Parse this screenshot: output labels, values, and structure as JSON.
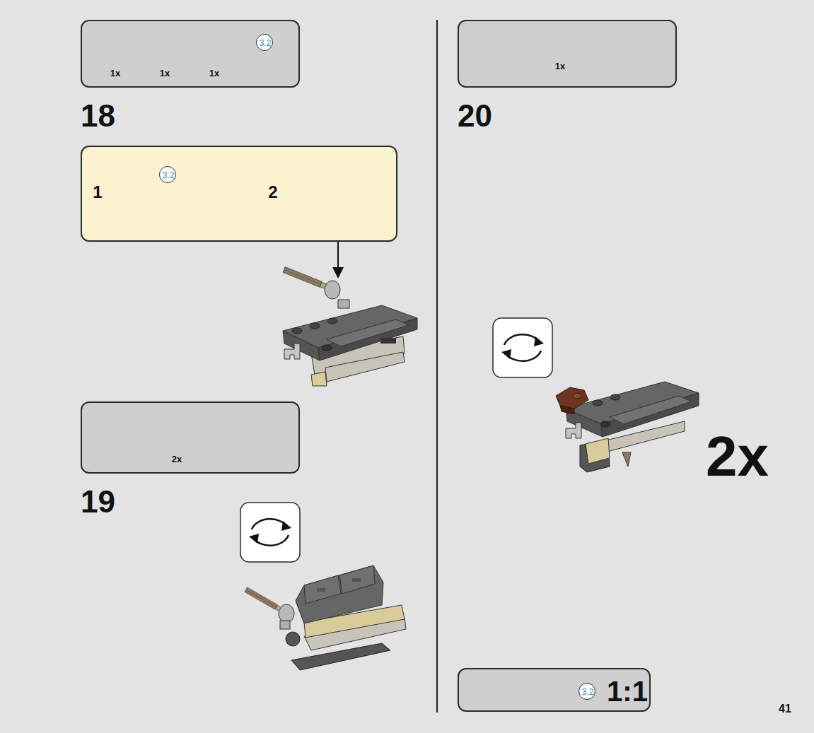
{
  "diagram": {
    "nodes": [
      {
        "text": [
          "1x",
          "1x",
          "1x"
        ]
      },
      {
        "text": [
          "3.2"
        ],
        "in": 0
      },
      {
        "text": [
          "1",
          "2"
        ]
      },
      {
        "text": [
          "3.2"
        ],
        "in": 2
      },
      {
        "text": [
          "2x"
        ]
      },
      {
        "text": [
          "1x"
        ]
      },
      {
        "text": [
          "1:1"
        ]
      },
      {
        "text": [
          "3.2"
        ],
        "in": 6
      }
    ],
    "edges": [],
    "labels": [
      "18",
      "19",
      "20",
      "2x",
      "41"
    ]
  }
}
